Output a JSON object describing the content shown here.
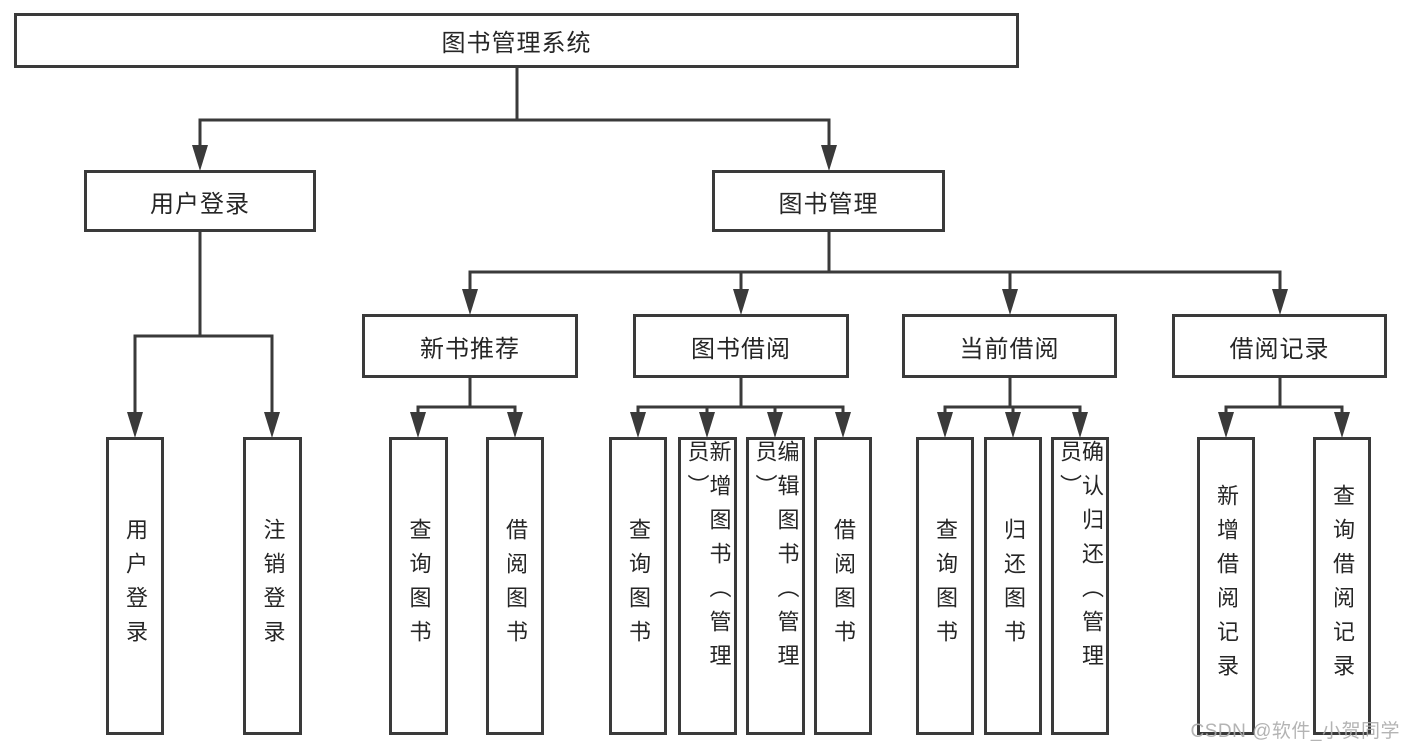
{
  "colors": {
    "background": "#ffffff",
    "box_border": "#3a3a3a",
    "connector_line": "#3a3a3a",
    "box_text": "#262626",
    "watermark_text": "#acacac"
  },
  "tree": {
    "root": {
      "label": "图书管理系统"
    },
    "level2": [
      {
        "label": "用户登录",
        "children": [
          {
            "label": "用户登录"
          },
          {
            "label": "注销登录"
          }
        ]
      },
      {
        "label": "图书管理",
        "children": [
          {
            "label": "新书推荐",
            "children": [
              {
                "label": "查询图书"
              },
              {
                "label": "借阅图书"
              }
            ]
          },
          {
            "label": "图书借阅",
            "children": [
              {
                "label": "查询图书"
              },
              {
                "label": "新增图书（管理员）"
              },
              {
                "label": "编辑图书（管理员）"
              },
              {
                "label": "借阅图书"
              }
            ]
          },
          {
            "label": "当前借阅",
            "children": [
              {
                "label": "查询图书"
              },
              {
                "label": "归还图书"
              },
              {
                "label": "确认归还（管理员）"
              }
            ]
          },
          {
            "label": "借阅记录",
            "children": [
              {
                "label": "新增借阅记录"
              },
              {
                "label": "查询借阅记录"
              }
            ]
          }
        ]
      }
    ]
  },
  "watermark": {
    "text": "CSDN @软件_小贺同学"
  }
}
